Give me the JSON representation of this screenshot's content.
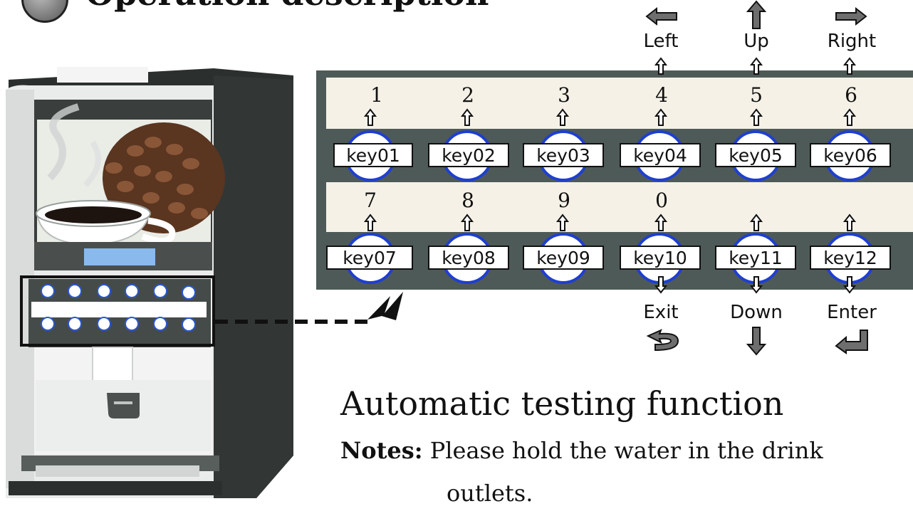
{
  "title_fragment": "Operation description",
  "key_panel": {
    "keys": [
      {
        "key": "key01",
        "number": "1",
        "function": ""
      },
      {
        "key": "key02",
        "number": "2",
        "function": ""
      },
      {
        "key": "key03",
        "number": "3",
        "function": ""
      },
      {
        "key": "key04",
        "number": "4",
        "function": "Left"
      },
      {
        "key": "key05",
        "number": "5",
        "function": "Up"
      },
      {
        "key": "key06",
        "number": "6",
        "function": "Right"
      },
      {
        "key": "key07",
        "number": "7",
        "function": ""
      },
      {
        "key": "key08",
        "number": "8",
        "function": ""
      },
      {
        "key": "key09",
        "number": "9",
        "function": ""
      },
      {
        "key": "key10",
        "number": "0",
        "function": "Exit"
      },
      {
        "key": "key11",
        "number": "",
        "function": "Down"
      },
      {
        "key": "key12",
        "number": "",
        "function": "Enter"
      }
    ]
  },
  "heading": "Automatic testing function",
  "notes": {
    "label": "Notes:",
    "text": "Please hold the water in the drink",
    "text_continued": "outlets."
  },
  "colors": {
    "panel": "#4e5a57",
    "strip": "#f5f1e6",
    "key_ring": "#1f3fd0",
    "machine_dark": "#2b2f2e",
    "machine_light": "#e9ecea",
    "display": "#8ab9ee"
  }
}
